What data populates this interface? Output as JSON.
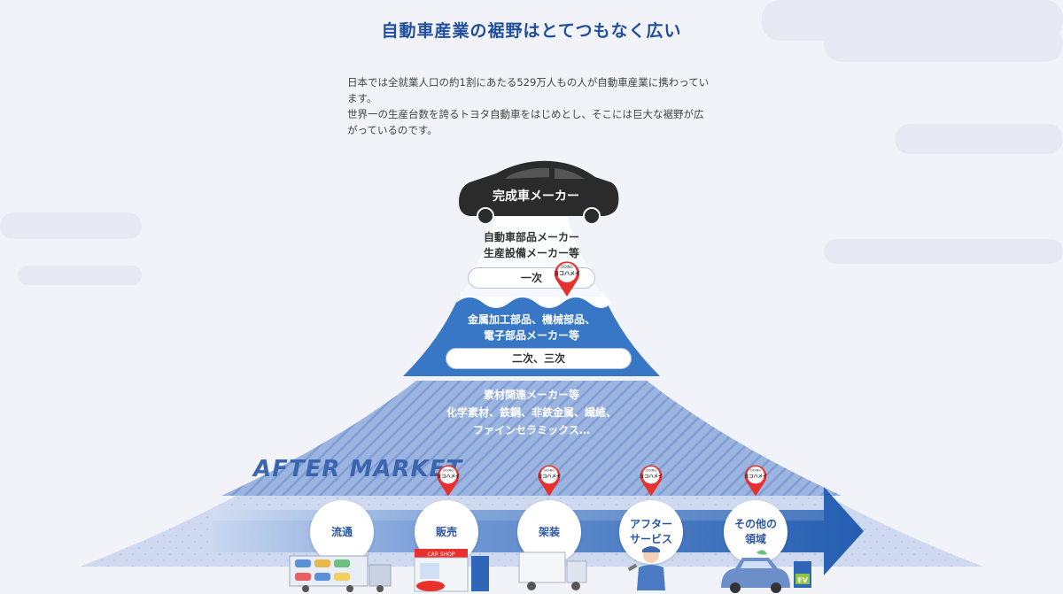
{
  "title": "自動車産業の裾野はとてつもなく広い",
  "intro": {
    "line1": "日本では全就業人口の約1割にあたる529万人もの人が自動車産業に携わってい",
    "line2": "ます。",
    "line3": "世界一の生産台数を誇るトヨタ自動車をはじめとし、そこには巨大な裾野が広",
    "line4": "がっているのです。"
  },
  "tiers": {
    "top": {
      "label": "完成車メーカー"
    },
    "first": {
      "line1": "自動車部品メーカー",
      "line2": "生産設備メーカー等",
      "pill": "一次"
    },
    "second": {
      "line1": "金属加工部品、機械部品、",
      "line2": "電子部品メーカー等",
      "pill": "二次、三次"
    },
    "third": {
      "line1": "素材関連メーカー等",
      "line2": "化学素材、鉄鋼、非鉄金属、繊維、",
      "line3": "ファインセラミックス…"
    }
  },
  "after_market": {
    "heading": "AFTER MARKET",
    "items": [
      {
        "label": "流通"
      },
      {
        "label": "販売"
      },
      {
        "label": "架装"
      },
      {
        "label1": "アフター",
        "label2": "サービス"
      },
      {
        "label1": "その他の",
        "label2": "領域"
      }
    ]
  },
  "badge": {
    "top": "DOING",
    "main": "ヨコハメイ"
  },
  "icons": {
    "top_car": "car-silhouette-icon",
    "pin": "location-pin-icon",
    "transport": "car-carrier-truck-icon",
    "shop": "car-shop-icon",
    "truck": "box-truck-icon",
    "mechanic": "mechanic-icon",
    "ev": "ev-charging-icon"
  },
  "shop_sign": "CAR SHOP",
  "ev_label": "EV",
  "colors": {
    "title": "#1f4e9c",
    "mountain_dark": "#2d6ec2",
    "mountain_mid": "#3b78c8",
    "arrow": "#1f5eb3",
    "pin": "#e8312f"
  }
}
